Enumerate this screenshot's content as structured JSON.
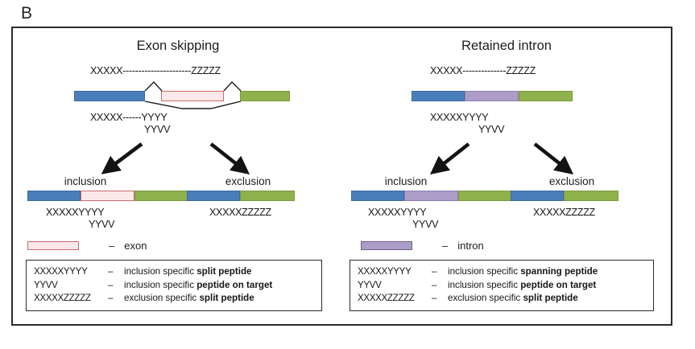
{
  "figure": {
    "panel_letter": "B",
    "colors": {
      "exon_fill": "#fbe9e9",
      "exon_border": "#d06a6a",
      "intron_fill": "#ab9cc8",
      "intron_border": "#8e80ac",
      "upstream_blue": "#4a7ebb",
      "downstream_green": "#8fb14c",
      "frame": "#2b2b2b"
    }
  },
  "left_panel": {
    "title": "Exon skipping",
    "top_peptide_above": "XXXXX----------------------ZZZZZ",
    "top_peptide_below_1": "XXXXX------YYYY",
    "top_peptide_below_2": "YYVV",
    "inclusion": {
      "label": "inclusion",
      "peptide_1": "XXXXXYYYY",
      "peptide_2": "YYVV"
    },
    "exclusion": {
      "label": "exclusion",
      "peptide_1": "XXXXXZZZZZ"
    },
    "key": {
      "dash": "–",
      "label": "exon",
      "swatch": "exon-swatch"
    },
    "legend": [
      {
        "code": "XXXXXYYYY",
        "sep": "–",
        "desc_plain": "inclusion specific ",
        "desc_bold": "split peptide"
      },
      {
        "code": "YYVV",
        "sep": "–",
        "desc_plain": "inclusion specific ",
        "desc_bold": "peptide on target"
      },
      {
        "code": "XXXXXZZZZZ",
        "sep": "–",
        "desc_plain": "exclusion specific ",
        "desc_bold": "split peptide"
      }
    ]
  },
  "right_panel": {
    "title": "Retained intron",
    "top_peptide_above": "XXXXX--------------ZZZZZ",
    "top_peptide_below_1": "XXXXXYYYY",
    "top_peptide_below_2": "YYVV",
    "inclusion": {
      "label": "inclusion",
      "peptide_1": "XXXXXYYYY",
      "peptide_2": "YYVV"
    },
    "exclusion": {
      "label": "exclusion",
      "peptide_1": "XXXXXZZZZZ"
    },
    "key": {
      "dash": "–",
      "label": "intron",
      "swatch": "intron-swatch"
    },
    "legend": [
      {
        "code": "XXXXXYYYY",
        "sep": "–",
        "desc_plain": "inclusion specific ",
        "desc_bold": "spanning peptide"
      },
      {
        "code": "YYVV",
        "sep": "–",
        "desc_plain": "inclusion specific ",
        "desc_bold": "peptide on target"
      },
      {
        "code": "XXXXXZZZZZ",
        "sep": "–",
        "desc_plain": "exclusion specific ",
        "desc_bold": "split peptide"
      }
    ]
  }
}
